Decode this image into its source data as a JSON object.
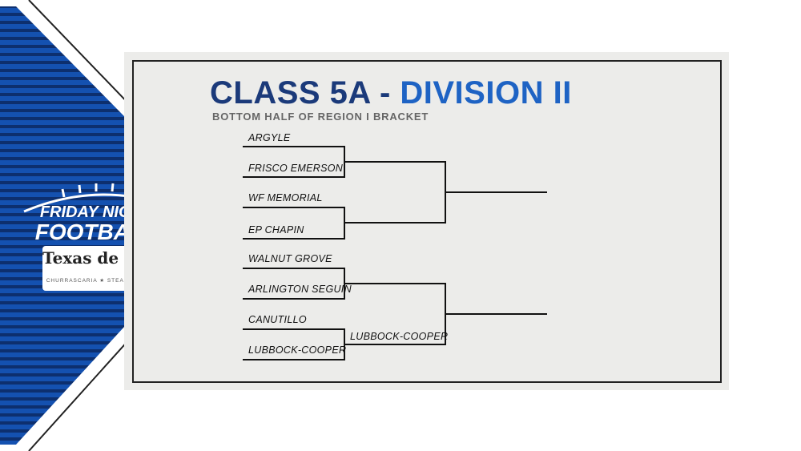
{
  "colors": {
    "title_dark": "#1b3a7a",
    "title_accent": "#1e63c4",
    "stripe_blue": "#1451b0",
    "stripe_dark": "#0d2f6e",
    "bracket_line": "#111111"
  },
  "title": {
    "part1": "CLASS 5A - ",
    "part2": "DIVISION II"
  },
  "subtitle": "BOTTOM HALF OF REGION I BRACKET",
  "logo": {
    "line1": "FRIDAY NIGHT",
    "line2": "FOOTBALL",
    "sponsor_name": "Texas de Brazil",
    "sponsor_sub": "CHURRASCARIA ★ STEAKHOUSE"
  },
  "bracket": {
    "round1": [
      "ARGYLE",
      "FRISCO EMERSON",
      "WF MEMORIAL",
      "EP CHAPIN",
      "WALNUT GROVE",
      "ARLINGTON SEGUIN",
      "CANUTILLO",
      "LUBBOCK-COOPER"
    ],
    "round2": [
      "",
      "",
      "",
      "LUBBOCK-COOPER"
    ],
    "round3": [
      "",
      ""
    ]
  }
}
